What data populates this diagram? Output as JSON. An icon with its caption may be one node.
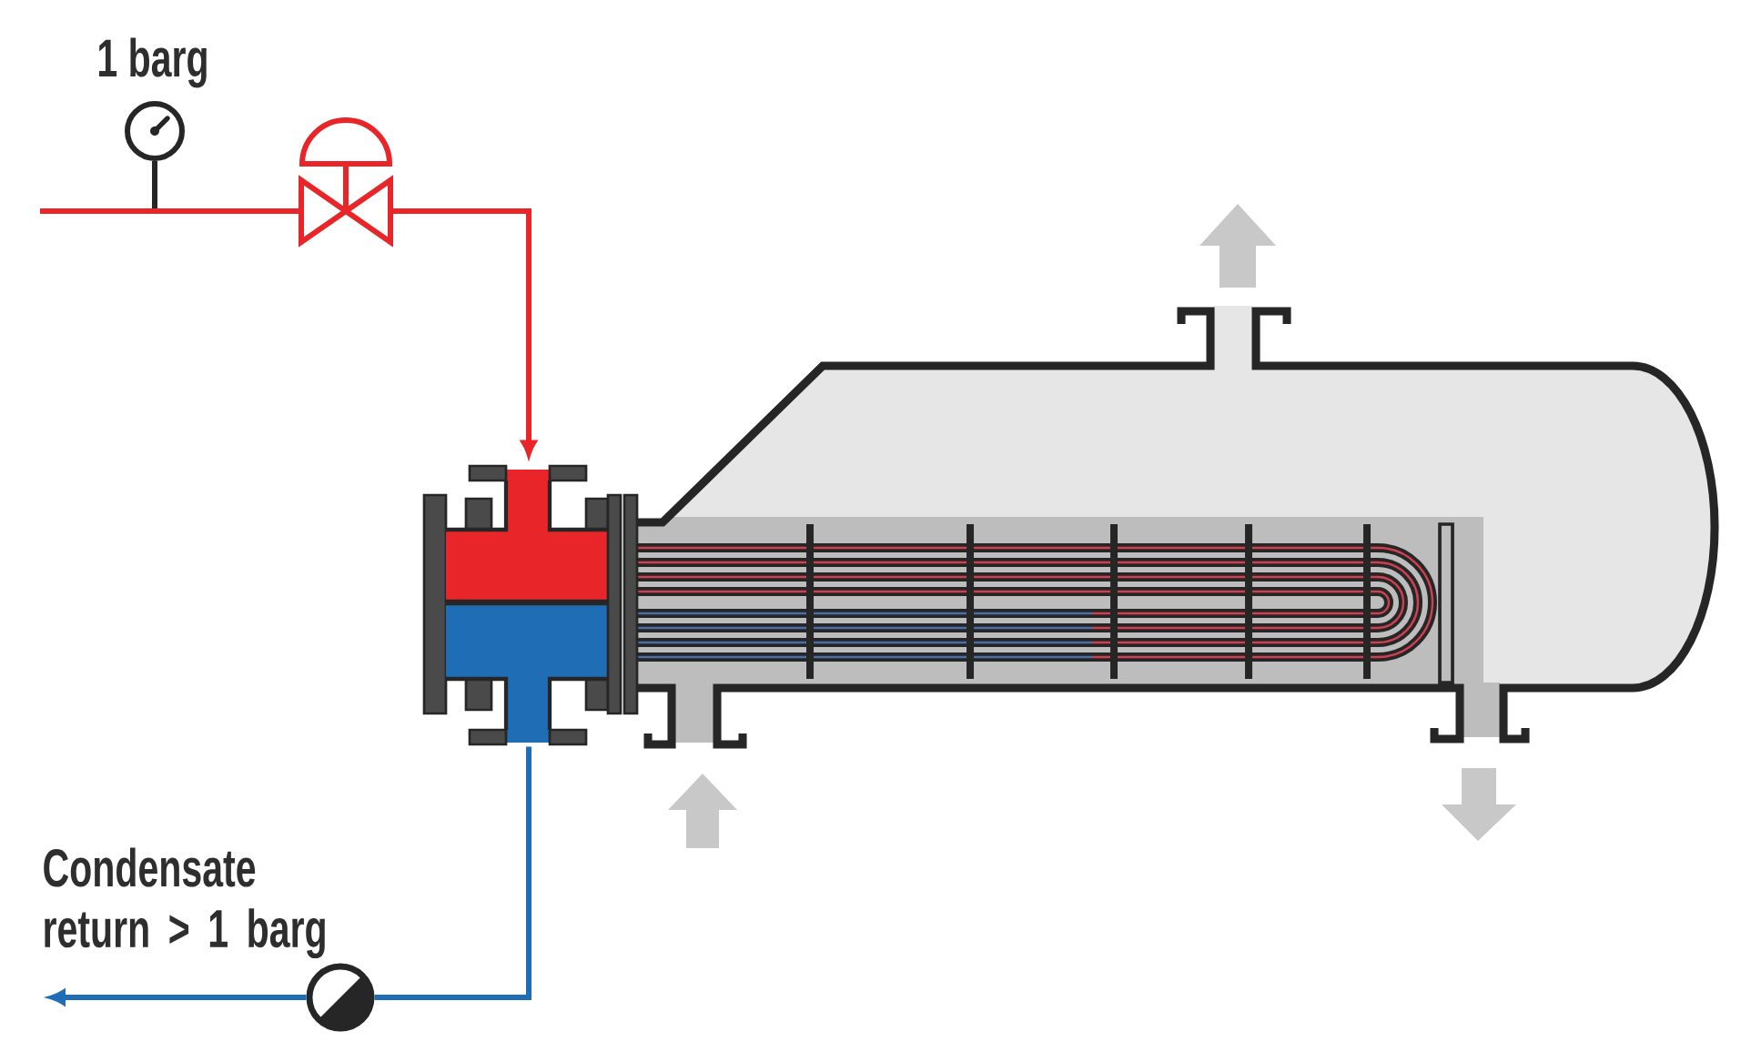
{
  "diagram": {
    "nodes": [
      {
        "text": [
          "1 barg"
        ]
      },
      {
        "text": [],
        "shape": "valve"
      },
      {
        "text": [],
        "shape": "picture"
      },
      {
        "text": [],
        "shape": "circle"
      }
    ],
    "edges": [
      {
        "from": null,
        "to": 1,
        "arrow": "none",
        "color": "#e8262a"
      },
      {
        "from": 1,
        "to": 2,
        "arrow": "to",
        "color": "#e8262a"
      },
      {
        "from": 2,
        "to": 3,
        "arrow": "none",
        "color": "#1f6db4"
      },
      {
        "from": 3,
        "to": null,
        "arrow": "to",
        "label": "Condensate return > 1 barg",
        "color": "#1f6db4"
      },
      {
        "from": 0,
        "to": null,
        "arrow": "none",
        "color": "#262626"
      }
    ]
  }
}
